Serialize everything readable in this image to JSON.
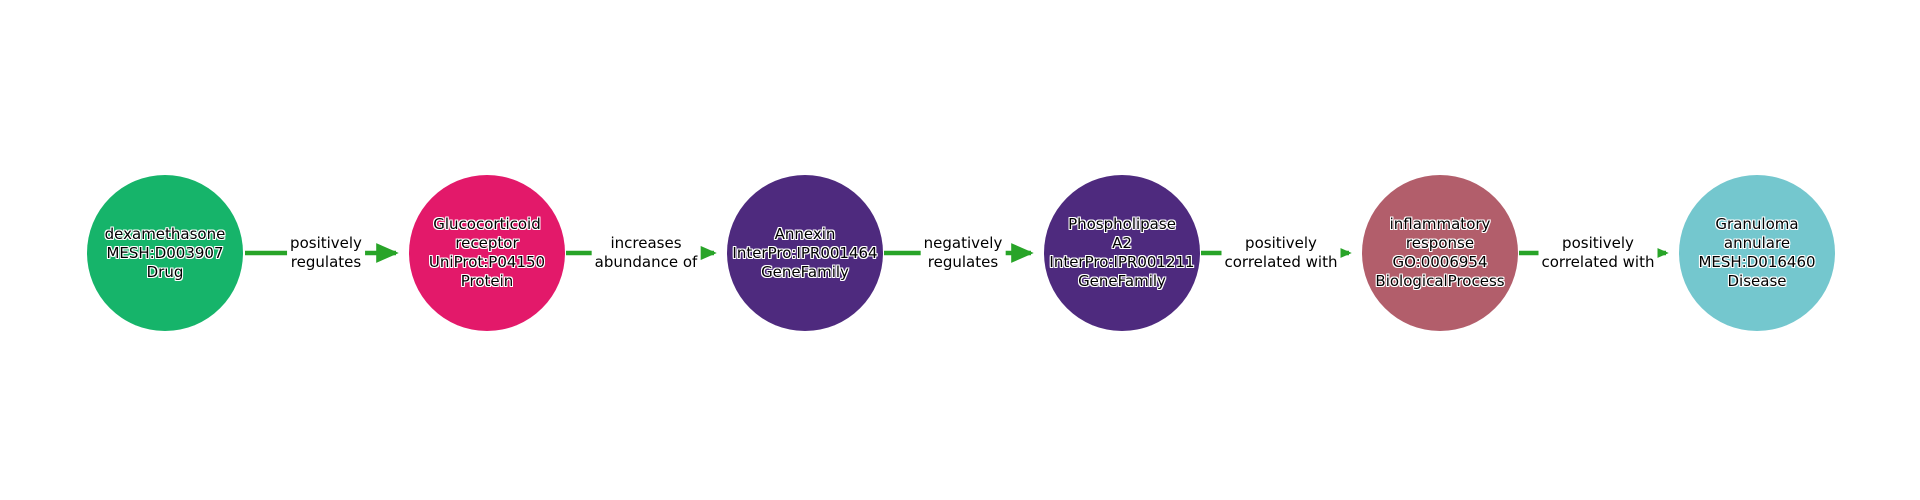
{
  "diagram": {
    "arrow_color": "#28a428",
    "background_color": "#ffffff",
    "nodes": [
      {
        "label": "dexamethasone\nMESH:D003907\nDrug",
        "color": "#16b46a"
      },
      {
        "label": "Glucocorticoid\nreceptor\nUniProt:P04150\nProtein",
        "color": "#e3196a"
      },
      {
        "label": "Annexin\nInterPro:IPR001464\nGeneFamily",
        "color": "#4e2a7e"
      },
      {
        "label": "Phospholipase\nA2\nInterPro:IPR001211\nGeneFamily",
        "color": "#4e2a7e"
      },
      {
        "label": "inflammatory\nresponse\nGO:0006954\nBiologicalProcess",
        "color": "#b25e6b"
      },
      {
        "label": "Granuloma\nannulare\nMESH:D016460\nDisease",
        "color": "#74c7ce"
      }
    ],
    "edges": [
      {
        "label": "positively\nregulates"
      },
      {
        "label": "increases\nabundance of"
      },
      {
        "label": "negatively\nregulates"
      },
      {
        "label": "positively\ncorrelated with"
      },
      {
        "label": "positively\ncorrelated with"
      }
    ]
  }
}
